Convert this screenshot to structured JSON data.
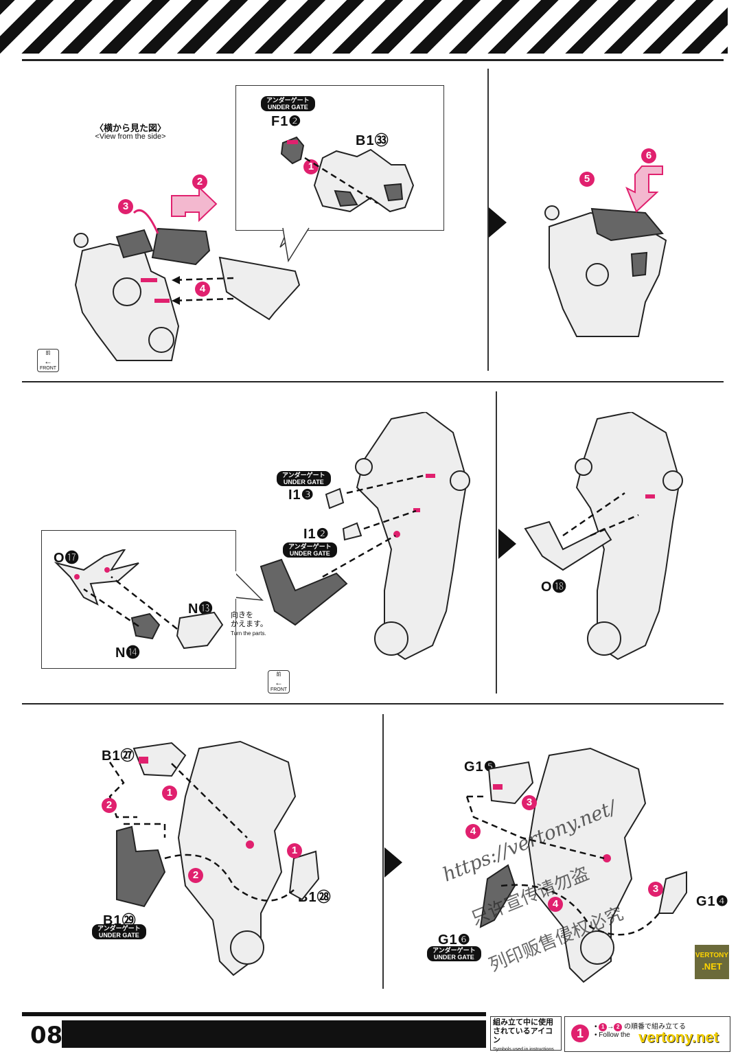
{
  "header": {
    "pattern": "hazard-stripes"
  },
  "section1": {
    "side_view_title": "〈横から見た図〉",
    "side_view_subtitle": "<View from the side>",
    "callout": {
      "gate_jp": "アンダーゲート",
      "gate_en": "UNDER GATE",
      "part_a": "F1",
      "part_a_num": "❷",
      "part_b": "B1",
      "part_b_num": "㉝",
      "step": "1"
    },
    "steps": [
      "2",
      "3",
      "4"
    ],
    "front_jp": "前",
    "front_en": "FRONT",
    "result_steps": [
      "5",
      "6"
    ]
  },
  "section2": {
    "gate_jp": "アンダーゲート",
    "gate_en": "UNDER GATE",
    "part_i13": "I1",
    "part_i13_num": "❸",
    "part_i12": "I1",
    "part_i12_num": "❷",
    "callout": {
      "part_o17": "O",
      "part_o17_num": "⓱",
      "part_n13": "N",
      "part_n13_num": "⓭",
      "part_n14": "N",
      "part_n14_num": "⓮",
      "turn_jp_1": "向きを",
      "turn_jp_2": "かえます。",
      "turn_en": "Turn the parts."
    },
    "front_jp": "前",
    "front_en": "FRONT",
    "part_o18": "O",
    "part_o18_num": "⓲"
  },
  "section3": {
    "part_b27": "B1",
    "part_b27_num": "㉗",
    "part_b29": "B1",
    "part_b29_num": "㉙",
    "part_b28": "B1",
    "part_b28_num": "㉘",
    "gate_jp": "アンダーゲート",
    "gate_en": "UNDER GATE",
    "steps_left": [
      "1",
      "2",
      "1",
      "2"
    ],
    "part_g15": "G1",
    "part_g15_num": "❺",
    "part_g14": "G1",
    "part_g14_num": "❹",
    "part_g16": "G1",
    "part_g16_num": "❻",
    "steps_right": [
      "3",
      "4",
      "4",
      "3"
    ]
  },
  "watermark": {
    "url": "https://vertony.net/",
    "line2": "只许宣传请勿盗",
    "line3": "列印贩售侵权必究",
    "logo_top": "VERTONY",
    "logo_bottom": ".NET"
  },
  "footer": {
    "page_number": "08",
    "legend_jp_1": "組み立て中に使用",
    "legend_jp_2": "されているアイコン",
    "legend_en": "Symbols used in instructions",
    "legend_step": "1",
    "legend_line1_jp": "の順番で組み立てる",
    "legend_line2": "• Follow the",
    "legend_site": "vertony.net"
  }
}
